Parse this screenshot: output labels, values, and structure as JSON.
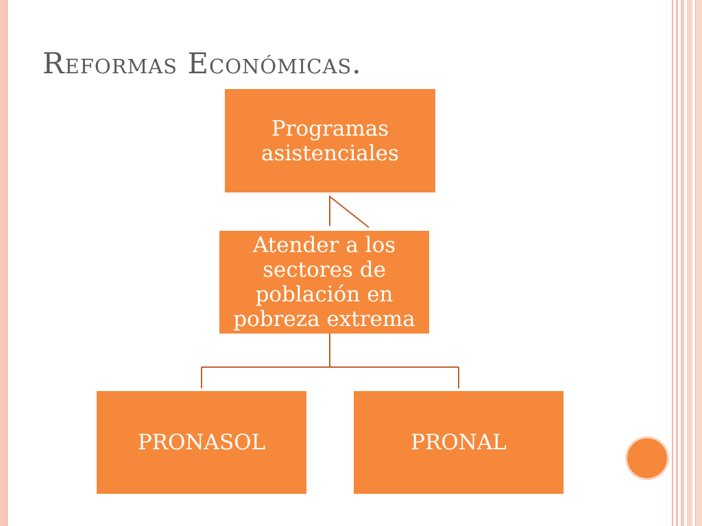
{
  "title": "Reformas Económicas.",
  "diagram": {
    "top_node": "Programas asistenciales",
    "middle_node": "Atender a los sectores de población en pobreza extrema",
    "left_node": "PRONASOL",
    "right_node": "PRONAL"
  },
  "colors": {
    "node_fill": "#f5883a",
    "connector": "#c0602a",
    "title_text": "#5a5a5a",
    "border_accent": "#f6c9ba"
  }
}
